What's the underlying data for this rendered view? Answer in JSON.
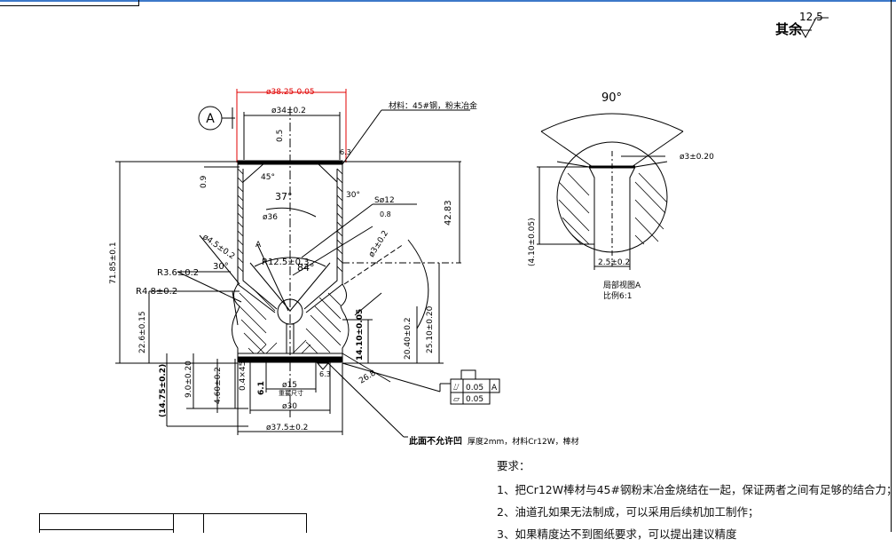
{
  "roughness": {
    "label": "其余",
    "value": "12.5"
  },
  "section_marker": "A",
  "material_note": "材料：45#钢，粉末冶金",
  "dims": {
    "top_outer_red": "ø38.25-0.05",
    "top_inner": "ø34±0.2",
    "tol_05": "0.5",
    "tol_09": "0.9",
    "angle_45": "45°",
    "angle_37": "37°",
    "angle_30_top": "30°",
    "angle_30_side": "30°",
    "angle_84": "84°",
    "rough_63": "6.3",
    "sphere": "Sø12",
    "tol_08": "0.8",
    "bore_36": "ø36",
    "dim_4283": "42.83",
    "hole_3": "ø3±0.2",
    "dia_45": "ø4.5±0.2",
    "r125": "R12.5±0.3",
    "label_a": "A",
    "r36": "R3.6±0.2",
    "r48": "R4.8±0.2",
    "h7185": "71.85±0.1",
    "h226": "22.6±0.15",
    "h90": "9.0±0.20",
    "h1475": "(14.75±0.2)",
    "h46": "4.60±0.2",
    "h04": "0.4×45°",
    "h61": "6.1",
    "d15": "ø15",
    "d15_note": "重要尺寸",
    "d30": "ø30",
    "d375": "ø37.5±0.2",
    "h141": "14.10±0.05",
    "h2040": "20.40±0.2",
    "h2510": "25.10±0.20",
    "d268": "26.8",
    "gdt_1_sym": "⌰",
    "gdt_1_val": "0.05",
    "gdt_1_datum": "A",
    "gdt_2_sym": "▱",
    "gdt_2_val": "0.05",
    "bottom_note_bold": "此面不允许凹",
    "bottom_note": "厚度2mm，材料Cr12W，棒材"
  },
  "detail": {
    "angle": "90°",
    "hole": "ø3±0.20",
    "depth": "(4.10±0.05)",
    "width": "2.5±0.2",
    "title": "局部视图A",
    "scale": "比例6:1"
  },
  "requirements": {
    "title": "要求：",
    "items": [
      "1、把Cr12W棒材与45#钢粉末冶金烧结在一起，保证两者之间有足够的结合力；",
      "2、油道孔如果无法制成，可以采用后续机加工制作；",
      "3、如果精度达不到图纸要求，可以提出建议精度"
    ]
  }
}
